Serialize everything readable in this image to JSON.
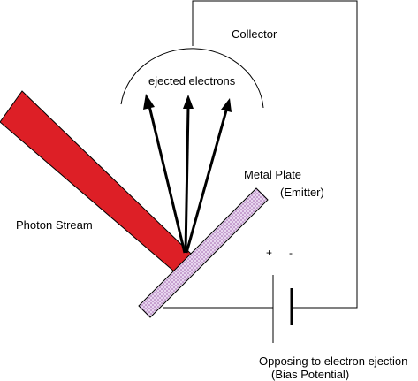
{
  "labels": {
    "collector": "Collector",
    "ejected_electrons": "ejected electrons",
    "metal_plate": "Metal Plate",
    "emitter": "(Emitter)",
    "photon_stream": "Photon Stream",
    "plus": "+",
    "minus": "-",
    "opposing": "Opposing to electron ejection",
    "bias_potential": "(Bias Potential)"
  },
  "colors": {
    "photon_beam": "#dd1f26",
    "plate_fill": "#e8d6ef",
    "plate_dots": "#9a5aa8",
    "lines": "#000000"
  }
}
